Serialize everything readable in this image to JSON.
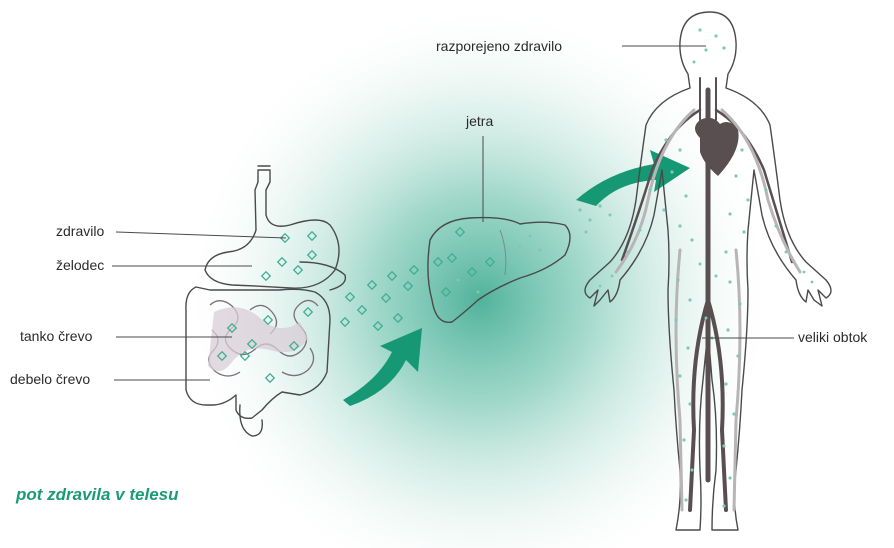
{
  "caption": "pot zdravila v telesu",
  "labels": {
    "zdravilo": "zdravilo",
    "zelodec": "želodec",
    "tanko_crevo": "tanko črevo",
    "debelo_crevo": "debelo črevo",
    "jetra": "jetra",
    "razporejeno_zdravilo": "razporejeno zdravilo",
    "veliki_obtok": "veliki obtok"
  },
  "colors": {
    "accent": "#1a9a78",
    "glow": "#2aa88a",
    "arrow": "#159873",
    "vessel": "#5a4f50",
    "outline": "#4a4a4a"
  }
}
